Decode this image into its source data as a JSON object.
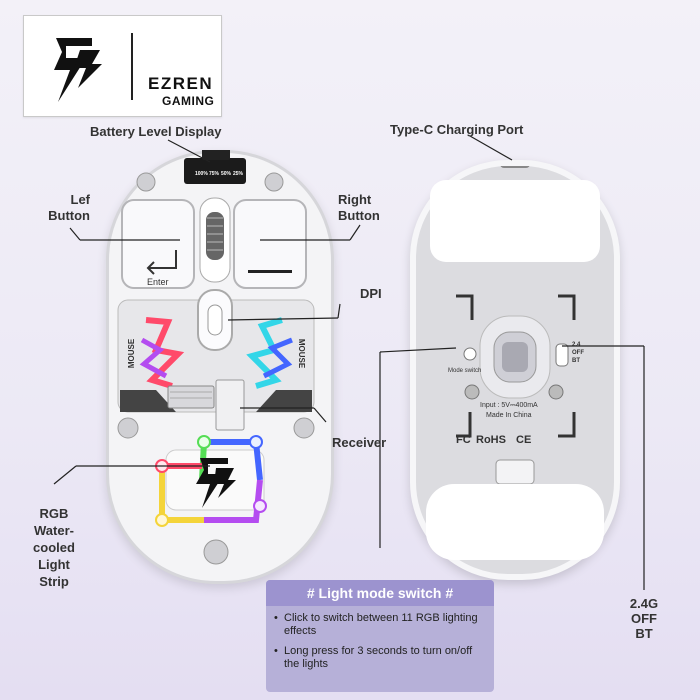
{
  "brand": {
    "name": "EZREN",
    "sub": "GAMING"
  },
  "labels": {
    "battery": "Battery Level Display",
    "typec": "Type-C Charging Port",
    "left_button_line1": "Lef",
    "left_button_line2": "Button",
    "right_button_line1": "Right",
    "right_button_line2": "Button",
    "dpi": "DPI",
    "receiver": "Receiver",
    "rgb_line1": "RGB",
    "rgb_line2": "Water-",
    "rgb_line3": "cooled",
    "rgb_line4": "Light",
    "rgb_line5": "Strip",
    "mode_line1": "2.4G",
    "mode_line2": "OFF",
    "mode_line3": "BT"
  },
  "mouse_top": {
    "enter_key": "Enter",
    "side_text": "MOUSE",
    "battery_ticks": [
      "100%",
      "75%",
      "50%",
      "25%"
    ]
  },
  "mouse_bottom": {
    "mode_switch": "Mode switch",
    "input": "Input : 5V⎓400mA",
    "made_in": "Made In China",
    "switch_line1": "2.4",
    "switch_line2": "OFF",
    "switch_line3": "BT",
    "cert_fc": "FC",
    "cert_rohs": "RoHS",
    "cert_ce": "CE"
  },
  "panel": {
    "title": "# Light mode switch #",
    "items": [
      "Click to switch between 11 RGB lighting effects",
      "Long press for 3 seconds to turn on/off the lights"
    ]
  },
  "colors": {
    "panel_bg": "#b6b0d8",
    "panel_title_bg": "#9c93cf",
    "rgb_red": "#ff4a6a",
    "rgb_green": "#55dd55",
    "rgb_blue": "#4466ff",
    "rgb_purple": "#b44cf0",
    "rgb_cyan": "#33d6e8",
    "rgb_yellow": "#f4d43a"
  }
}
